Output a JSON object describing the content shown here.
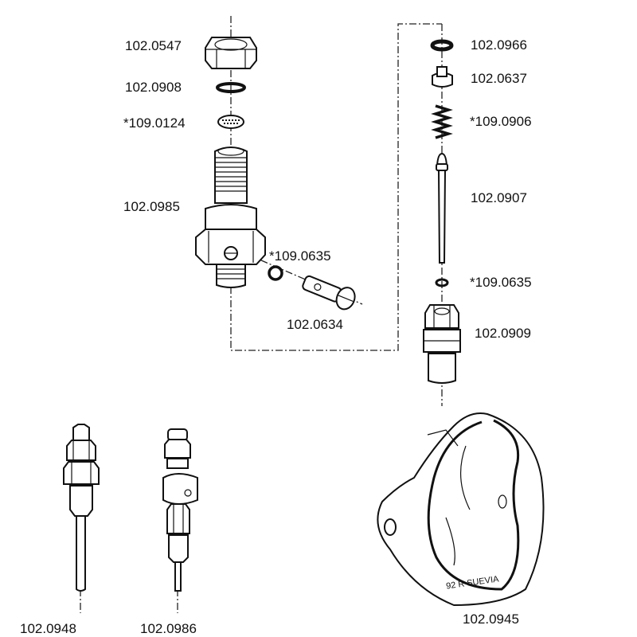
{
  "title": "Exploded parts diagram",
  "parts": {
    "nut": "102.0547",
    "seal_ring": "102.0908",
    "filter": "*109.0124",
    "banjo_body": "102.0985",
    "banjo_oring": "*109.0635",
    "banjo_bolt": "102.0634",
    "washer": "102.0966",
    "valve_cap": "102.0637",
    "spring": "*109.0906",
    "needle": "102.0907",
    "needle_oring": "*109.0635",
    "needle_seat": "102.0909",
    "fitting_a": "102.0948",
    "fitting_b": "102.0986",
    "float_body": "102.0945"
  },
  "float_body_marking": "92 R  SUEVIA"
}
